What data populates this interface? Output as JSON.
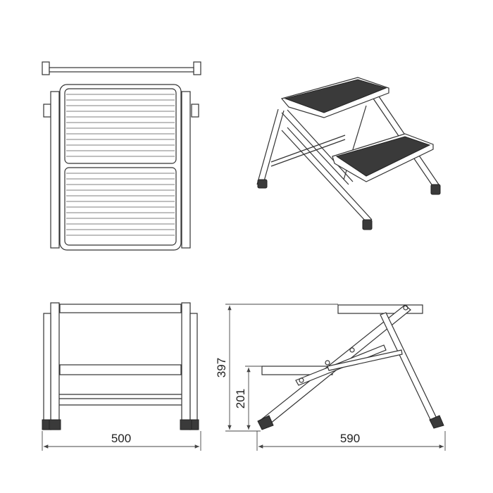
{
  "dimensions": {
    "width_front": "500",
    "depth_side": "590",
    "height_top": "397",
    "height_lower_step": "201"
  }
}
